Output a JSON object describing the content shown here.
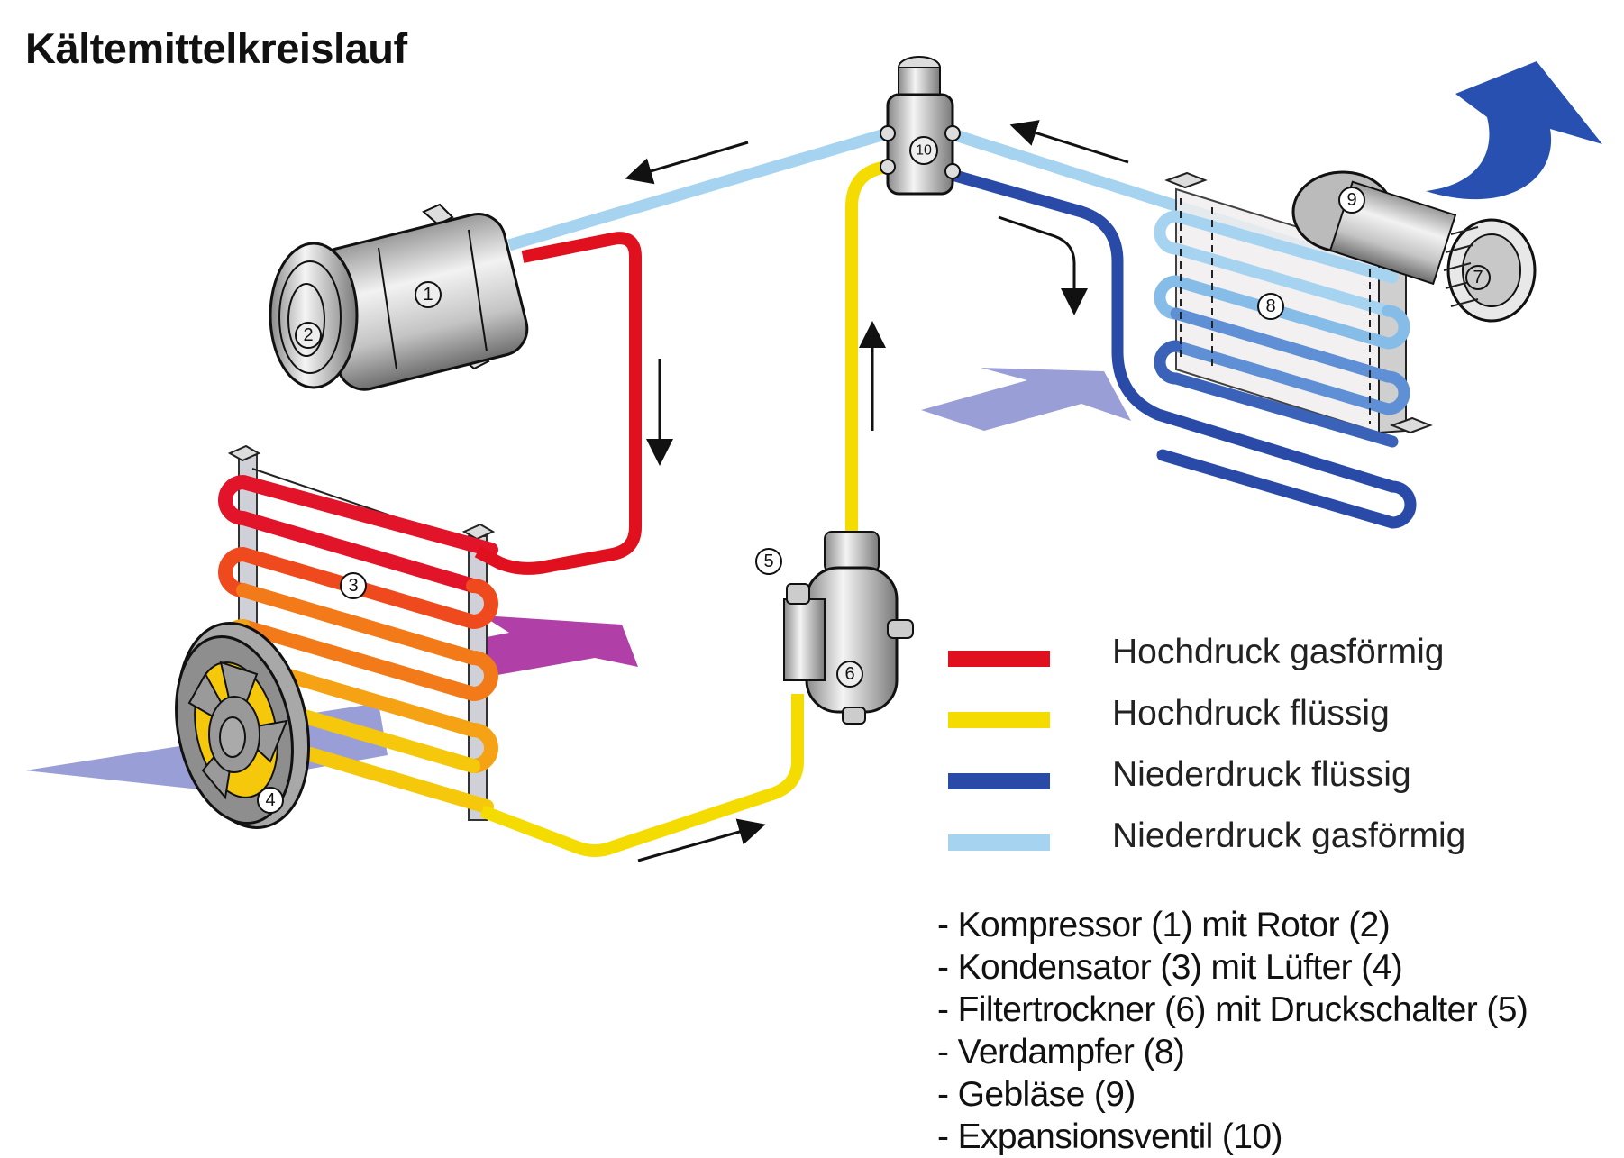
{
  "title": "Kältemittelkreislauf",
  "colors": {
    "hochdruck_gas": "#e0101e",
    "hochdruck_fluessig": "#f5dc00",
    "niederdruck_fluessig": "#2a4aa8",
    "niederdruck_gas": "#a6d4f0",
    "air_in": "#9a9ed6",
    "air_warm": "#b040a8",
    "air_cold_out": "#2850b0",
    "component_gray": "#c8c8c8"
  },
  "legend": [
    {
      "label": "Hochdruck gasförmig",
      "color_key": "hochdruck_gas"
    },
    {
      "label": "Hochdruck flüssig",
      "color_key": "hochdruck_fluessig"
    },
    {
      "label": "Niederdruck flüssig",
      "color_key": "niederdruck_fluessig"
    },
    {
      "label": "Niederdruck gasförmig",
      "color_key": "niederdruck_gas"
    }
  ],
  "component_numbers": {
    "compressor": "1",
    "rotor": "2",
    "condenser": "3",
    "fan": "4",
    "pressure_switch": "5",
    "filter_dryer": "6",
    "blower_motor": "7",
    "evaporator": "8",
    "blower": "9",
    "expansion_valve": "10"
  },
  "parts_list": [
    "- Kompressor (1) mit Rotor (2)",
    "- Kondensator (3) mit Lüfter (4)",
    "- Filtertrockner (6) mit Druckschalter (5)",
    "- Verdampfer (8)",
    "- Gebläse (9)",
    "- Expansionsventil (10)"
  ]
}
